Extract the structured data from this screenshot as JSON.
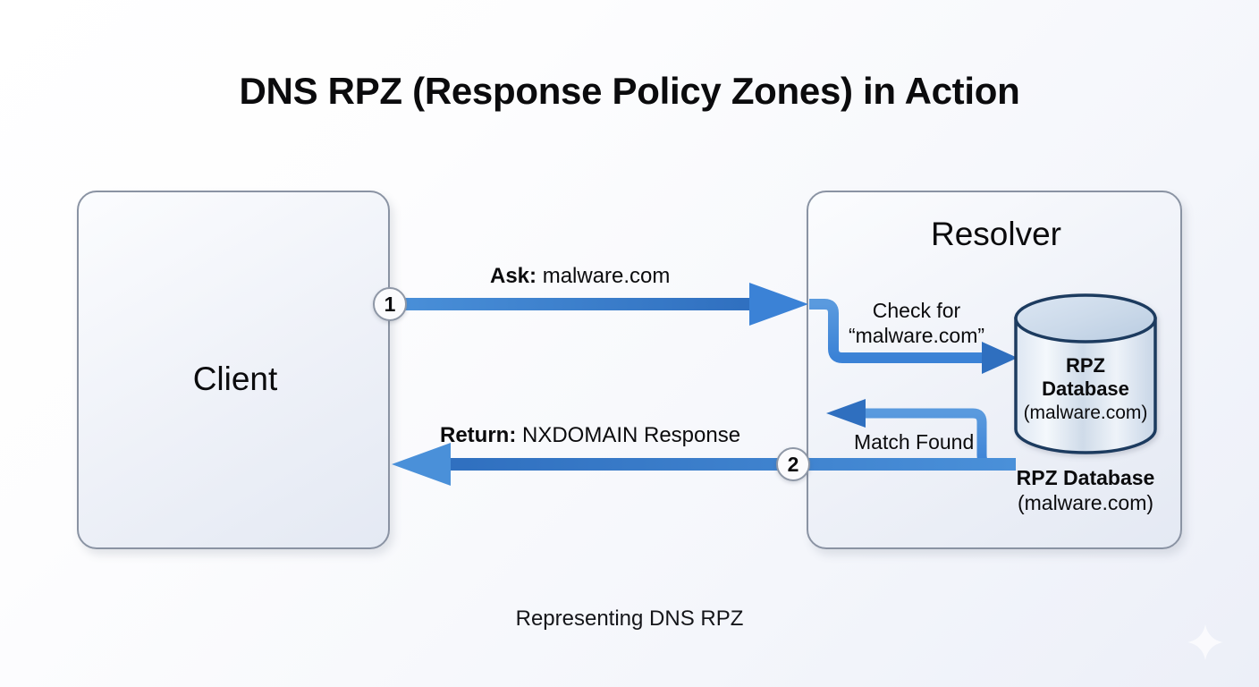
{
  "title": "DNS RPZ (Response Policy Zones) in Action",
  "footer_caption": "Representing DNS RPZ",
  "nodes": {
    "client": {
      "label": "Client"
    },
    "resolver": {
      "label": "Resolver"
    },
    "database": {
      "inner_title": "RPZ",
      "inner_title2": "Database",
      "inner_sub": "(malware.com)",
      "caption_title": "RPZ Database",
      "caption_sub": "(malware.com)"
    }
  },
  "edges": {
    "ask": {
      "prefix": "Ask:",
      "text": " malware.com",
      "badge": "1"
    },
    "return": {
      "prefix": "Return:",
      "text": " NXDOMAIN Response",
      "badge": "2"
    },
    "check": {
      "line1": "Check for",
      "line2": "“malware.com”"
    },
    "match": {
      "text": "Match Found"
    }
  },
  "icons": {
    "sparkle": "sparkle-icon",
    "database_cylinder": "database-cylinder-icon"
  },
  "colors": {
    "arrow_line": "#3b82d6",
    "arrow_head": "#4a90d9",
    "arrow_dark": "#2f6fbf",
    "box_border": "#8a93a3",
    "cylinder_border": "#1f3a5f",
    "background_start": "#ffffff",
    "background_end": "#eceff8",
    "text": "#0b0b0d"
  }
}
